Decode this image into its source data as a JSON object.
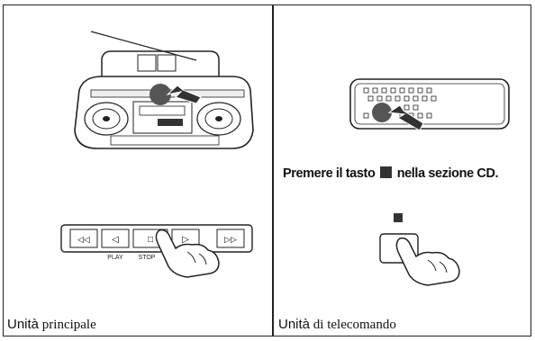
{
  "left_panel": {
    "caption": "Unità principale",
    "caption_word1": "Unità",
    "caption_word2": "principale",
    "buttons": [
      {
        "icon": "rewind-icon",
        "symbol": "◁◁",
        "label": ""
      },
      {
        "icon": "play-back-icon",
        "symbol": "◁",
        "label": "PLAY"
      },
      {
        "icon": "stop-icon",
        "symbol": "□",
        "label": "STOP"
      },
      {
        "icon": "play-icon",
        "symbol": "▷",
        "label": ""
      },
      {
        "icon": "fast-forward-icon",
        "symbol": "▷▷",
        "label": ""
      }
    ]
  },
  "right_panel": {
    "caption_word1": "Unità",
    "caption_word2": "di telecomando",
    "instruction_before": "Premere il tasto",
    "instruction_after": "nella sezione CD."
  },
  "colors": {
    "line": "#222222",
    "arrow": "#333333",
    "background": "#ffffff"
  }
}
